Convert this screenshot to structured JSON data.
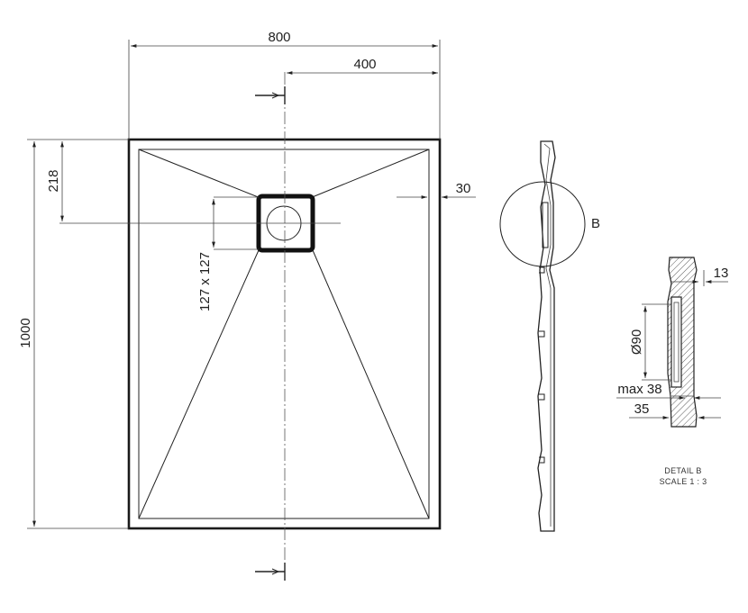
{
  "dimensions": {
    "width": "800",
    "half_width": "400",
    "length": "1000",
    "drain_offset": "218",
    "drain_size": "127 x 127",
    "edge": "30",
    "detail_thickness": "13",
    "drain_diameter": "Ø90",
    "max_height": "max 38",
    "height": "35"
  },
  "detail_marker": "B",
  "detail_caption": {
    "line1": "DETAIL B",
    "line2": "SCALE 1 : 3"
  }
}
